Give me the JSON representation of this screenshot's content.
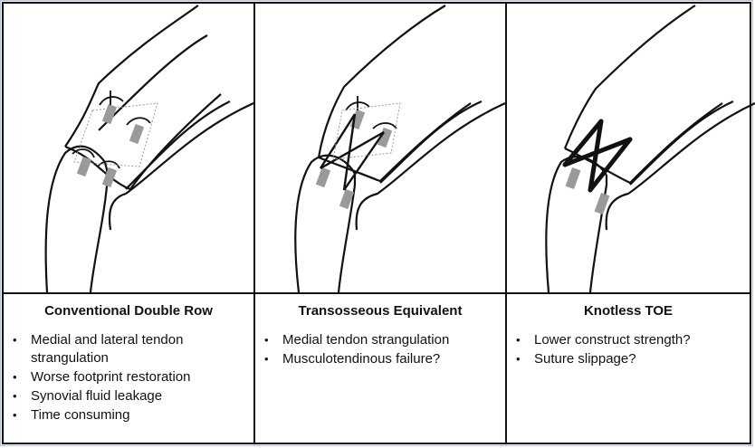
{
  "panels": [
    {
      "title": "Conventional Double Row",
      "bullets": [
        "Medial and lateral tendon strangulation",
        "Worse footprint restoration",
        "Synovial fluid leakage",
        "Time consuming"
      ]
    },
    {
      "title": "Transosseous Equivalent",
      "bullets": [
        "Medial tendon strangulation",
        "Musculotendinous failure?"
      ]
    },
    {
      "title": "Knotless TOE",
      "bullets": [
        "Lower construct strength?",
        "Suture slippage?"
      ]
    }
  ],
  "colors": {
    "line": "#111111",
    "anchor": "#9a9a9a",
    "frame": "#b8c4d6"
  }
}
